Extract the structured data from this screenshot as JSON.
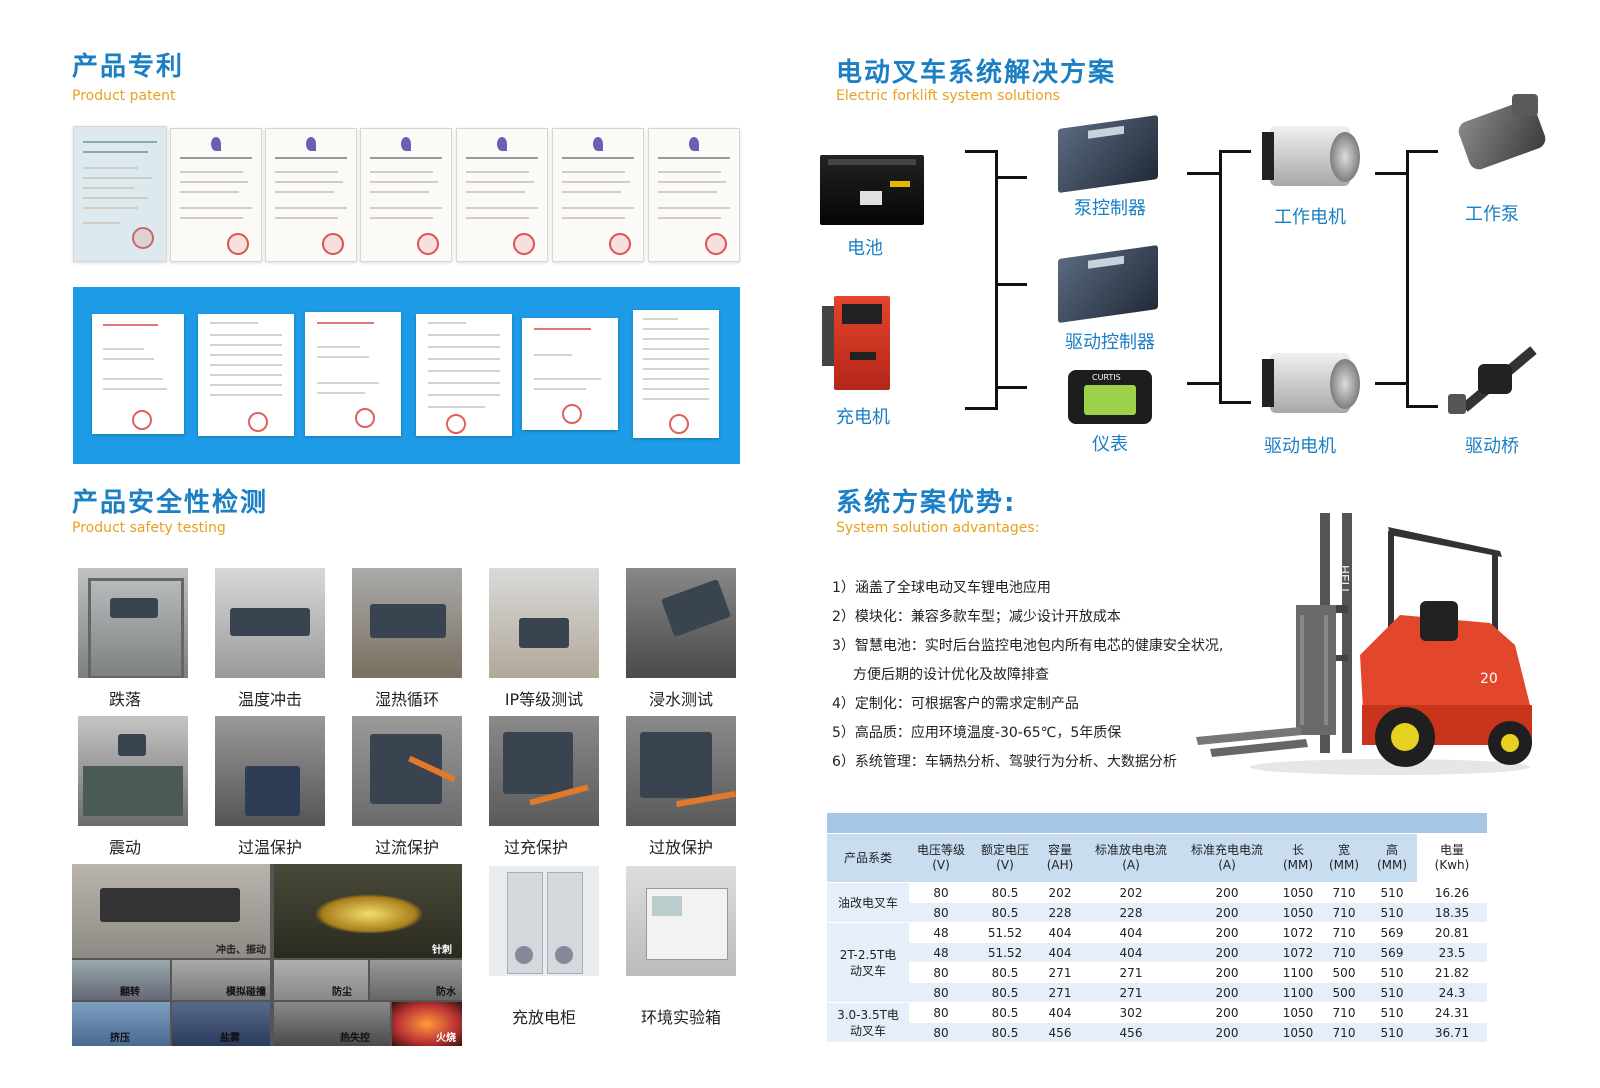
{
  "patent": {
    "title": "产品专利",
    "subtitle": "Product patent"
  },
  "safety": {
    "title": "产品安全性检测",
    "subtitle": "Product safety testing"
  },
  "solution": {
    "title": "电动叉车系统解决方案",
    "subtitle": "Electric forklift system solutions"
  },
  "advantages": {
    "title": "系统方案优势:",
    "subtitle": "System solution advantages:",
    "items": [
      "1）涵盖了全球电动叉车锂电池应用",
      "2）模块化：兼容多款车型；减少设计开放成本",
      "3）智慧电池：实时后台监控电池包内所有电芯的健康安全状况,",
      "方便后期的设计优化及故障排查",
      "4）定制化：可根据客户的需求定制产品",
      "5）高品质：应用环境温度-30-65℃，5年质保",
      "6）系统管理：车辆热分析、驾驶行为分析、大数据分析"
    ]
  },
  "diagram": {
    "battery": "电池",
    "charger": "充电机",
    "pump_controller": "泵控制器",
    "drive_controller": "驱动控制器",
    "meter": "仪表",
    "meter_brand": "CURTIS",
    "work_motor": "工作电机",
    "drive_motor": "驱动电机",
    "work_pump": "工作泵",
    "drive_axle": "驱动桥"
  },
  "tests": {
    "row1": [
      "跌落",
      "温度冲击",
      "湿热循环",
      "IP等级测试",
      "浸水测试"
    ],
    "row2": [
      "震动",
      "过温保护",
      "过流保护",
      "过充保护",
      "过放保护"
    ],
    "equipment": [
      "充放电柜",
      "环境实验箱"
    ],
    "collage": [
      "冲击、振动",
      "针刺",
      "翻转",
      "模拟碰撞",
      "防尘",
      "防水",
      "挤压",
      "盐雾",
      "热失控",
      "火烧"
    ]
  },
  "forklift": {
    "brand": "HELI",
    "model": "20"
  },
  "table": {
    "headers": [
      "产品系类",
      "电压等级\n(V)",
      "额定电压\n(V)",
      "容量\n(AH)",
      "标准放电电流\n(A)",
      "标准充电电流\n(A)",
      "长\n(MM)",
      "宽\n(MM)",
      "高\n(MM)",
      "电量\n(Kwh)"
    ],
    "groups": [
      {
        "name": "油改电叉车",
        "rows": [
          [
            "80",
            "80.5",
            "202",
            "202",
            "200",
            "1050",
            "710",
            "510",
            "16.26"
          ],
          [
            "80",
            "80.5",
            "228",
            "228",
            "200",
            "1050",
            "710",
            "510",
            "18.35"
          ]
        ]
      },
      {
        "name": "2T-2.5T电\n动叉车",
        "rows": [
          [
            "48",
            "51.52",
            "404",
            "404",
            "200",
            "1072",
            "710",
            "569",
            "20.81"
          ],
          [
            "48",
            "51.52",
            "404",
            "404",
            "200",
            "1072",
            "710",
            "569",
            "23.5"
          ],
          [
            "80",
            "80.5",
            "271",
            "271",
            "200",
            "1100",
            "500",
            "510",
            "21.82"
          ],
          [
            "80",
            "80.5",
            "271",
            "271",
            "200",
            "1100",
            "500",
            "510",
            "24.3"
          ]
        ]
      },
      {
        "name": "3.0-3.5T电\n动叉车",
        "rows": [
          [
            "80",
            "80.5",
            "404",
            "302",
            "200",
            "1050",
            "710",
            "510",
            "24.31"
          ],
          [
            "80",
            "80.5",
            "456",
            "456",
            "200",
            "1050",
            "710",
            "510",
            "36.71"
          ]
        ]
      }
    ]
  }
}
